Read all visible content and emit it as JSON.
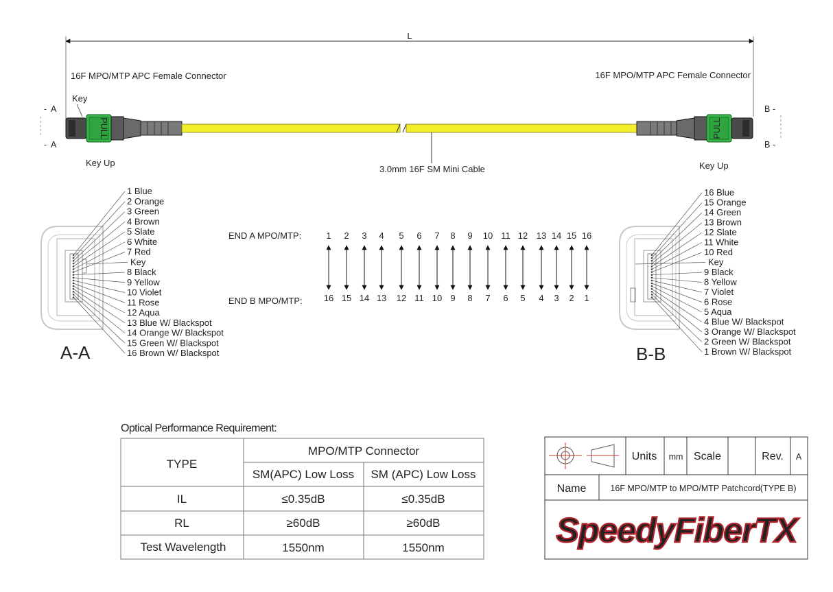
{
  "dimension": {
    "length_label": "L"
  },
  "connector_a": {
    "label": "16F MPO/MTP APC Female Connector",
    "key_label": "Key",
    "key_up": "Key Up",
    "section_top": "A",
    "section_bottom": "A",
    "pull": "PULL"
  },
  "connector_b": {
    "label": "16F MPO/MTP APC Female Connector",
    "key_up": "Key Up",
    "section_top": "B",
    "section_bottom": "B",
    "pull": "PULL"
  },
  "cable": {
    "label": "3.0mm 16F SM Mini Cable",
    "color": "#f2ee2a"
  },
  "section_aa": {
    "title": "A-A",
    "key_label": "Key",
    "fibers": [
      "1 Blue",
      "2 Orange",
      "3 Green",
      "4 Brown",
      "5 Slate",
      "6 White",
      "7 Red",
      "8 Black",
      "9 Yellow",
      "10 Violet",
      "11 Rose",
      "12 Aqua",
      "13 Blue W/ Blackspot",
      "14 Orange W/ Blackspot",
      "15 Green W/ Blackspot",
      "16 Brown W/ Blackspot"
    ]
  },
  "section_bb": {
    "title": "B-B",
    "key_label": "Key",
    "fibers": [
      "16 Blue",
      "15 Orange",
      "14 Green",
      "13 Brown",
      "12 Slate",
      "11 White",
      "10 Red",
      "9 Black",
      "8 Yellow",
      "7 Violet",
      "6 Rose",
      "5 Aqua",
      "4 Blue W/ Blackspot",
      "3 Orange W/ Blackspot",
      "2 Green W/ Blackspot",
      "1 Brown W/ Blackspot"
    ]
  },
  "mapping": {
    "end_a_label": "END A MPO/MTP:",
    "end_b_label": "END B MPO/MTP:",
    "end_a": [
      "1",
      "2",
      "3",
      "4",
      "5",
      "6",
      "7",
      "8",
      "9",
      "10",
      "11",
      "12",
      "13",
      "14",
      "15",
      "16"
    ],
    "end_b": [
      "16",
      "15",
      "14",
      "13",
      "12",
      "11",
      "10",
      "9",
      "8",
      "7",
      "6",
      "5",
      "4",
      "3",
      "2",
      "1"
    ]
  },
  "performance": {
    "title": "Optical Performance Requirement:",
    "type_header": "TYPE",
    "group_header": "MPO/MTP Connector",
    "col1_header": "SM(APC) Low Loss",
    "col2_header": "SM (APC) Low Loss",
    "rows": [
      {
        "label": "IL",
        "c1": "≤0.35dB",
        "c2": "≤0.35dB"
      },
      {
        "label": "RL",
        "c1": "≥60dB",
        "c2": "≥60dB"
      },
      {
        "label": "Test Wavelength",
        "c1": "1550nm",
        "c2": "1550nm"
      }
    ]
  },
  "title_block": {
    "units_label": "Units",
    "units_value": "mm",
    "scale_label": "Scale",
    "scale_value": "",
    "rev_label": "Rev.",
    "rev_value": "A",
    "name_label": "Name",
    "name_value": "16F MPO/MTP to MPO/MTP Patchcord(TYPE B)",
    "logo": "SpeedyFiberTX",
    "logo_color": "#b3242d"
  }
}
